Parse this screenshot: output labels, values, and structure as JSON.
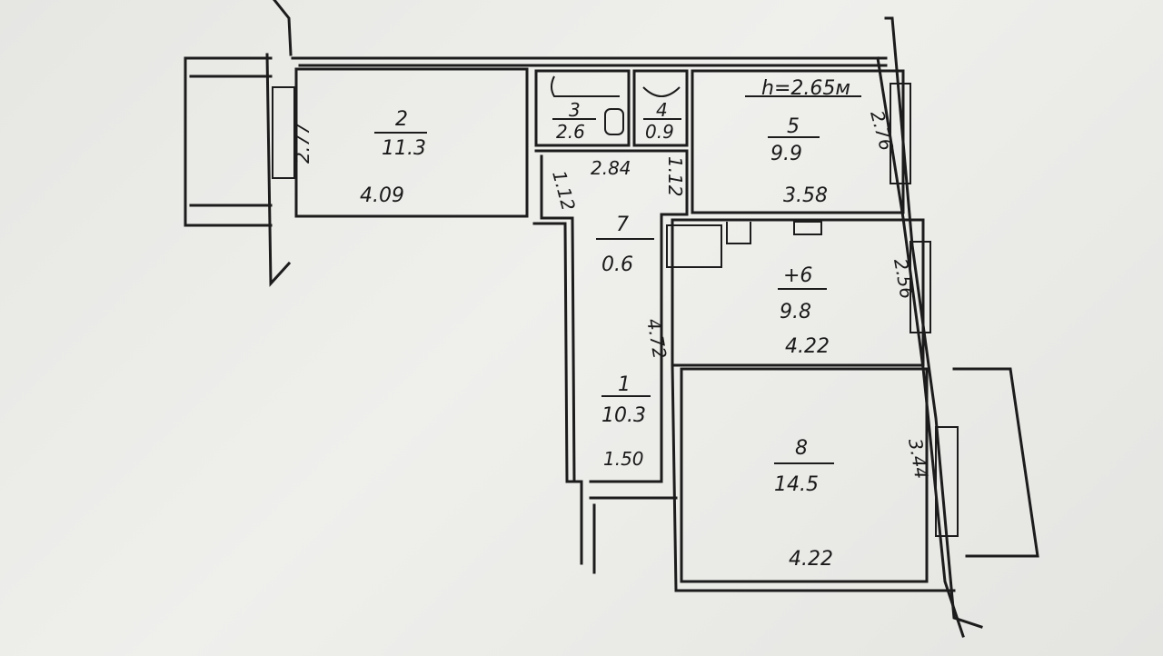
{
  "ceiling_height": "h=2.65м",
  "rooms": [
    {
      "number": "1",
      "area": "10.3"
    },
    {
      "number": "2",
      "area": "11.3"
    },
    {
      "number": "3",
      "area": "2.6"
    },
    {
      "number": "4",
      "area": "0.9"
    },
    {
      "number": "5",
      "area": "9.9"
    },
    {
      "number": "+6",
      "area": "9.8"
    },
    {
      "number": "7",
      "area": "0.6"
    },
    {
      "number": "8",
      "area": "14.5"
    }
  ],
  "dimensions": {
    "room2_height": "2.77",
    "room2_width": "4.09",
    "corridor_width": "2.84",
    "corridor_left": "1.12",
    "corridor_right": "1.12",
    "room5_height": "2.76",
    "room5_width": "3.58",
    "room6_height": "2.56",
    "room6_width": "4.22",
    "hall_length": "4.72",
    "hall_width": "1.50",
    "room8_height": "3.44",
    "room8_width": "4.22"
  }
}
